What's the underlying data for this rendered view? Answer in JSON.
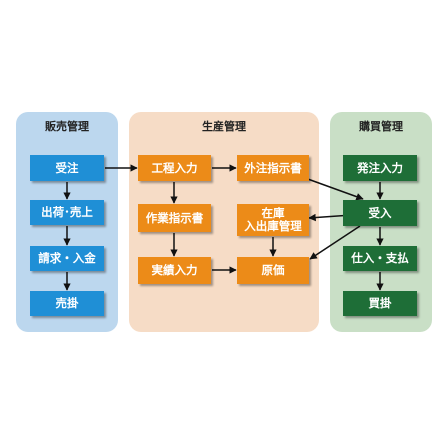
{
  "colors": {
    "sales_panel": "#bcd7ee",
    "production_panel": "#f6dcc6",
    "purchase_panel": "#c9dfc6",
    "sales_box": "#1f8fd6",
    "production_box": "#ec8b18",
    "purchase_box": "#1e6e37",
    "arrow": "#111111"
  },
  "panels": {
    "sales": {
      "title": "販売管理"
    },
    "production": {
      "title": "生産管理"
    },
    "purchase": {
      "title": "購買管理"
    }
  },
  "boxes": {
    "order_received": "受注",
    "shipping_sales": "出荷･売上",
    "billing_payment": "請求・入金",
    "receivables": "売掛",
    "process_input": "工程入力",
    "work_instruction": "作業指示書",
    "actual_input": "実績入力",
    "outsourcing_instruction": "外注指示書",
    "inventory": "在庫\n入出庫管理",
    "cost": "原価",
    "order_input": "発注入力",
    "receiving": "受入",
    "purchase_payment": "仕入・支払",
    "payables": "買掛"
  }
}
